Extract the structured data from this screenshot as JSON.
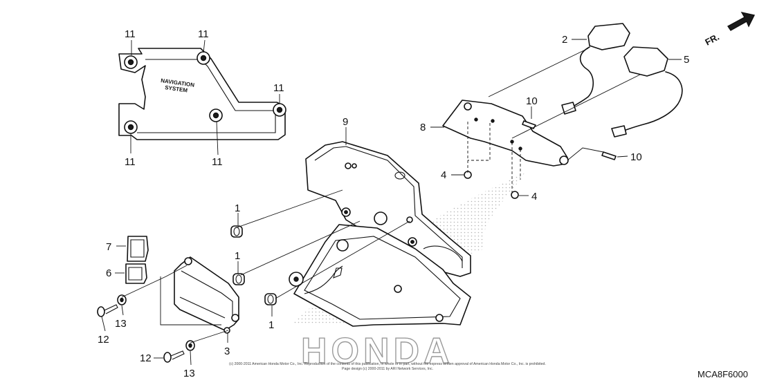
{
  "stamp": {
    "line1": "NAVIGATION",
    "line2": "SYSTEM"
  },
  "direction": {
    "label": "FR."
  },
  "callouts": {
    "c1a": "1",
    "c1b": "1",
    "c1c": "1",
    "c2": "2",
    "c3": "3",
    "c4a": "4",
    "c4b": "4",
    "c5": "5",
    "c6": "6",
    "c7": "7",
    "c8": "8",
    "c9": "9",
    "c10a": "10",
    "c10b": "10",
    "c11a": "11",
    "c11b": "11",
    "c11c": "11",
    "c11d": "11",
    "c11e": "11",
    "c12a": "12",
    "c12b": "12",
    "c13a": "13",
    "c13b": "13"
  },
  "watermark": {
    "text": "HONDA"
  },
  "copyright": {
    "line1": "(c) 2000-2011 American Honda Motor Co., Inc. Reproduction of the contents of this publication, in whole or in part, without the express written approval of American Honda Motor Co., Inc. is prohibited.",
    "line2": "Page design (c) 2000-2011 by ARI Network Services, Inc."
  },
  "diagram_code": "MCA8F6000",
  "colors": {
    "line": "#111111",
    "watermark": "#9a9a9a"
  }
}
